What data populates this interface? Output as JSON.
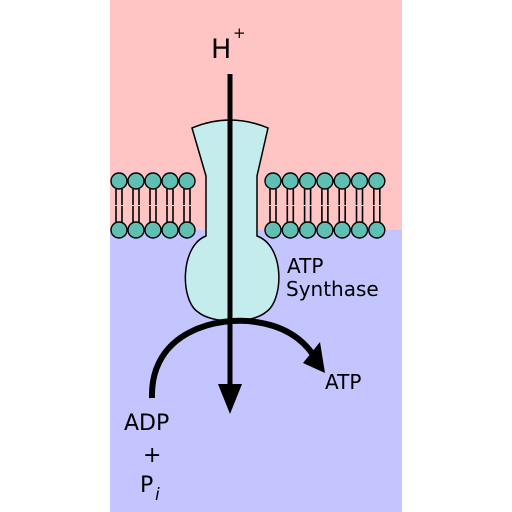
{
  "labels": {
    "proton": "H",
    "proton_charge": "+",
    "enzyme_line1": "ATP",
    "enzyme_line2": "Synthase",
    "product": "ATP",
    "substrate_line1": "ADP",
    "substrate_line2": "+",
    "phosphate": "P",
    "phosphate_sub": "i"
  },
  "colors": {
    "outside_region": "#ffc4c4",
    "inside_region": "#c4c4ff",
    "enzyme_fill": "#c4ecec",
    "lipid_head": "#5fbfb2",
    "stroke": "#000000"
  }
}
